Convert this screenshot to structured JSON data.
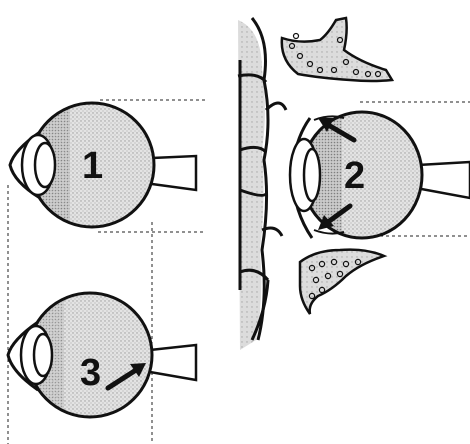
{
  "figure": {
    "labels": {
      "eye_1": "1",
      "eye_2": "2",
      "eye_3": "3"
    }
  },
  "colors": {
    "ink": "#111111",
    "stipple": "#d9d9d9",
    "stipple_dark": "#b9b9b9",
    "orbit_bone": "#d4d4d4",
    "background": "#ffffff"
  }
}
